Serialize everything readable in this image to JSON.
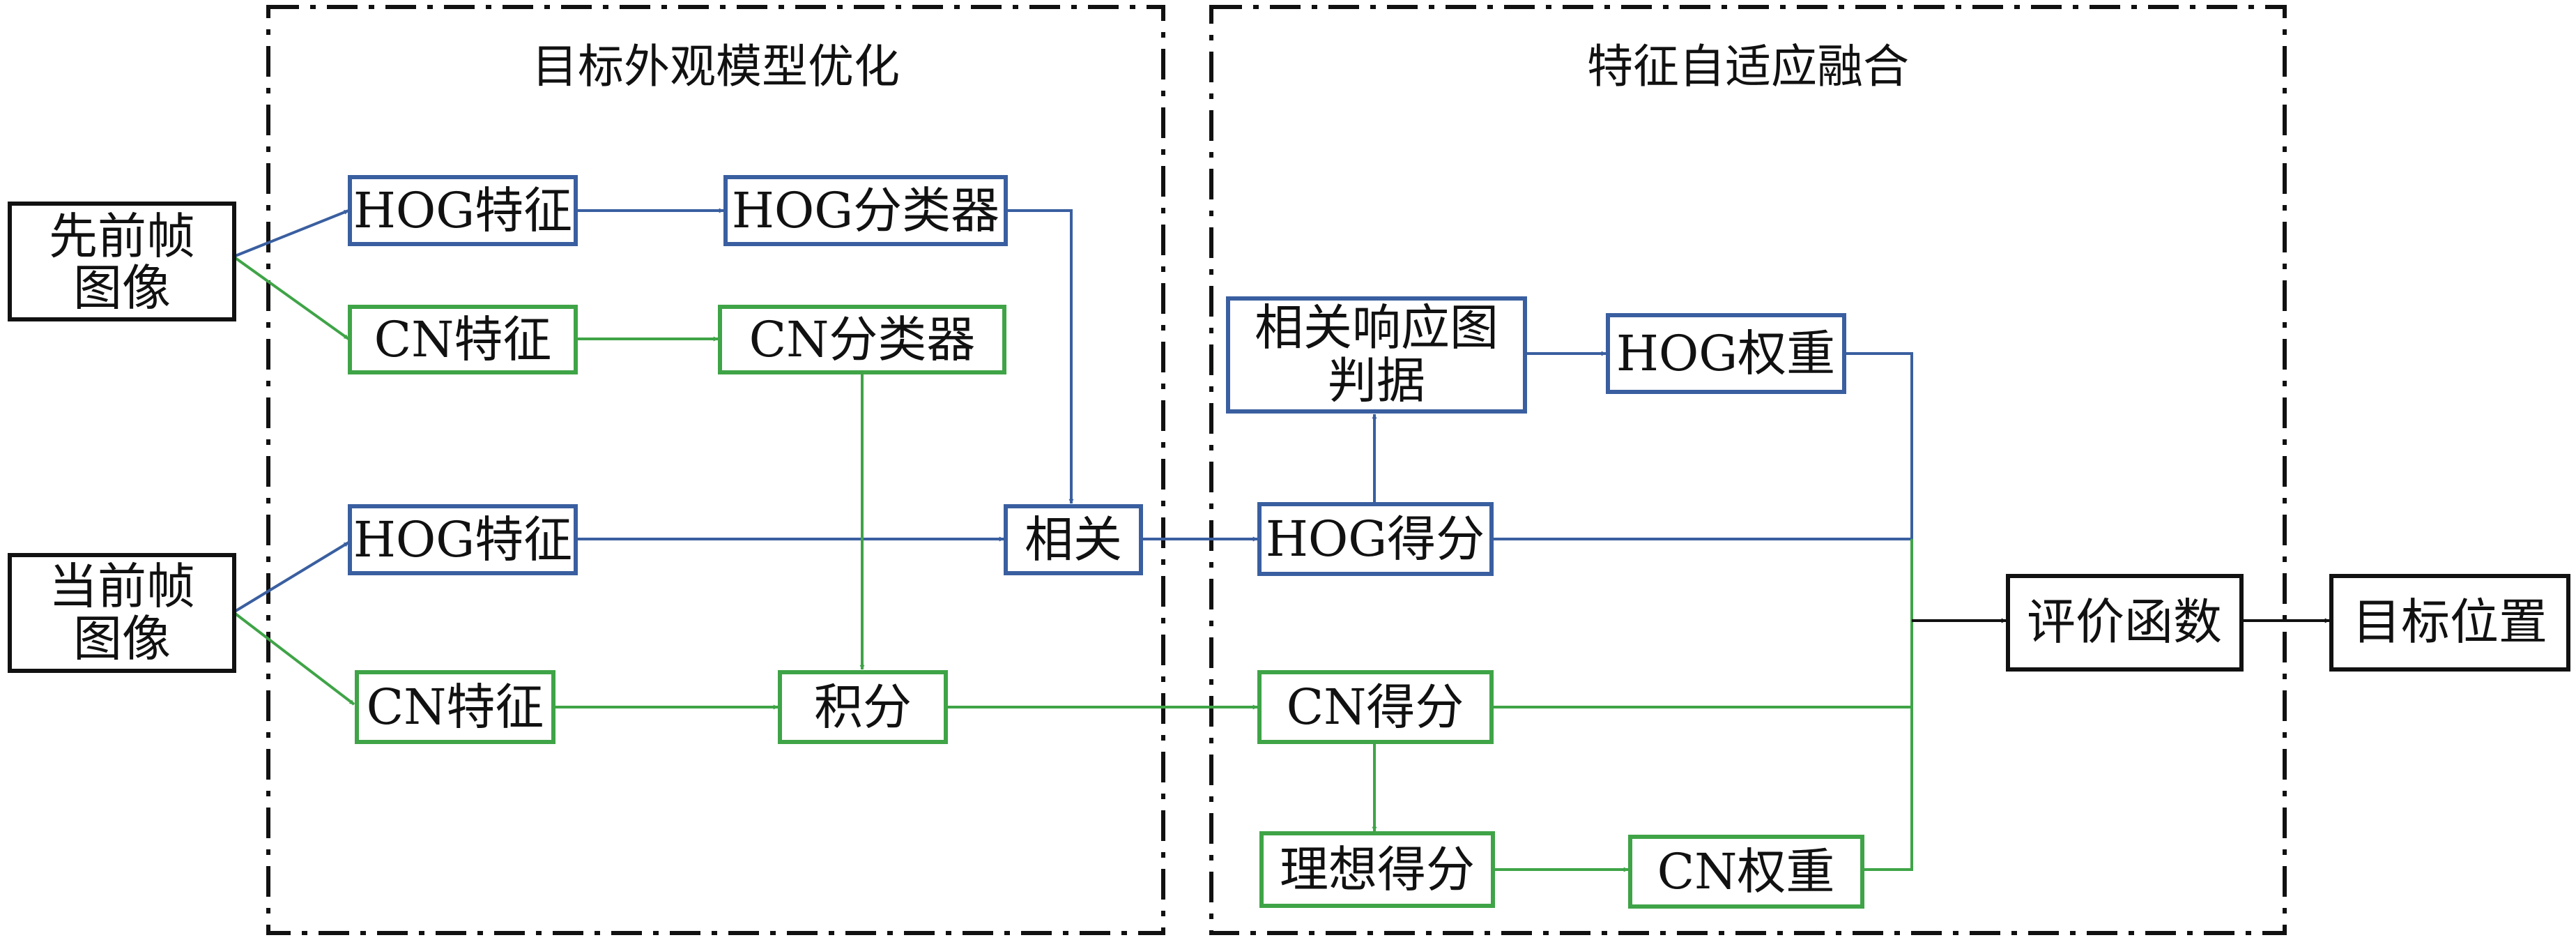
{
  "sections": {
    "left_title": "目标外观模型优化",
    "right_title": "特征自适应融合"
  },
  "nodes": {
    "prev_frame": [
      "先前帧",
      "图像"
    ],
    "curr_frame": [
      "当前帧",
      "图像"
    ],
    "hog_feat_1": "HOG特征",
    "cn_feat_1": "CN特征",
    "hog_classifier": "HOG分类器",
    "cn_classifier": "CN分类器",
    "hog_feat_2": "HOG特征",
    "cn_feat_2": "CN特征",
    "correlation": "相关",
    "integral": "积分",
    "response_judge": [
      "相关响应图",
      "判据"
    ],
    "hog_weight": "HOG权重",
    "hog_score": "HOG得分",
    "cn_score": "CN得分",
    "ideal_score": "理想得分",
    "cn_weight": "CN权重",
    "evaluation": "评价函数",
    "target_position": "目标位置"
  },
  "colors": {
    "hog": "#3a5fa0",
    "cn": "#3fa447",
    "neutral": "#111111"
  }
}
